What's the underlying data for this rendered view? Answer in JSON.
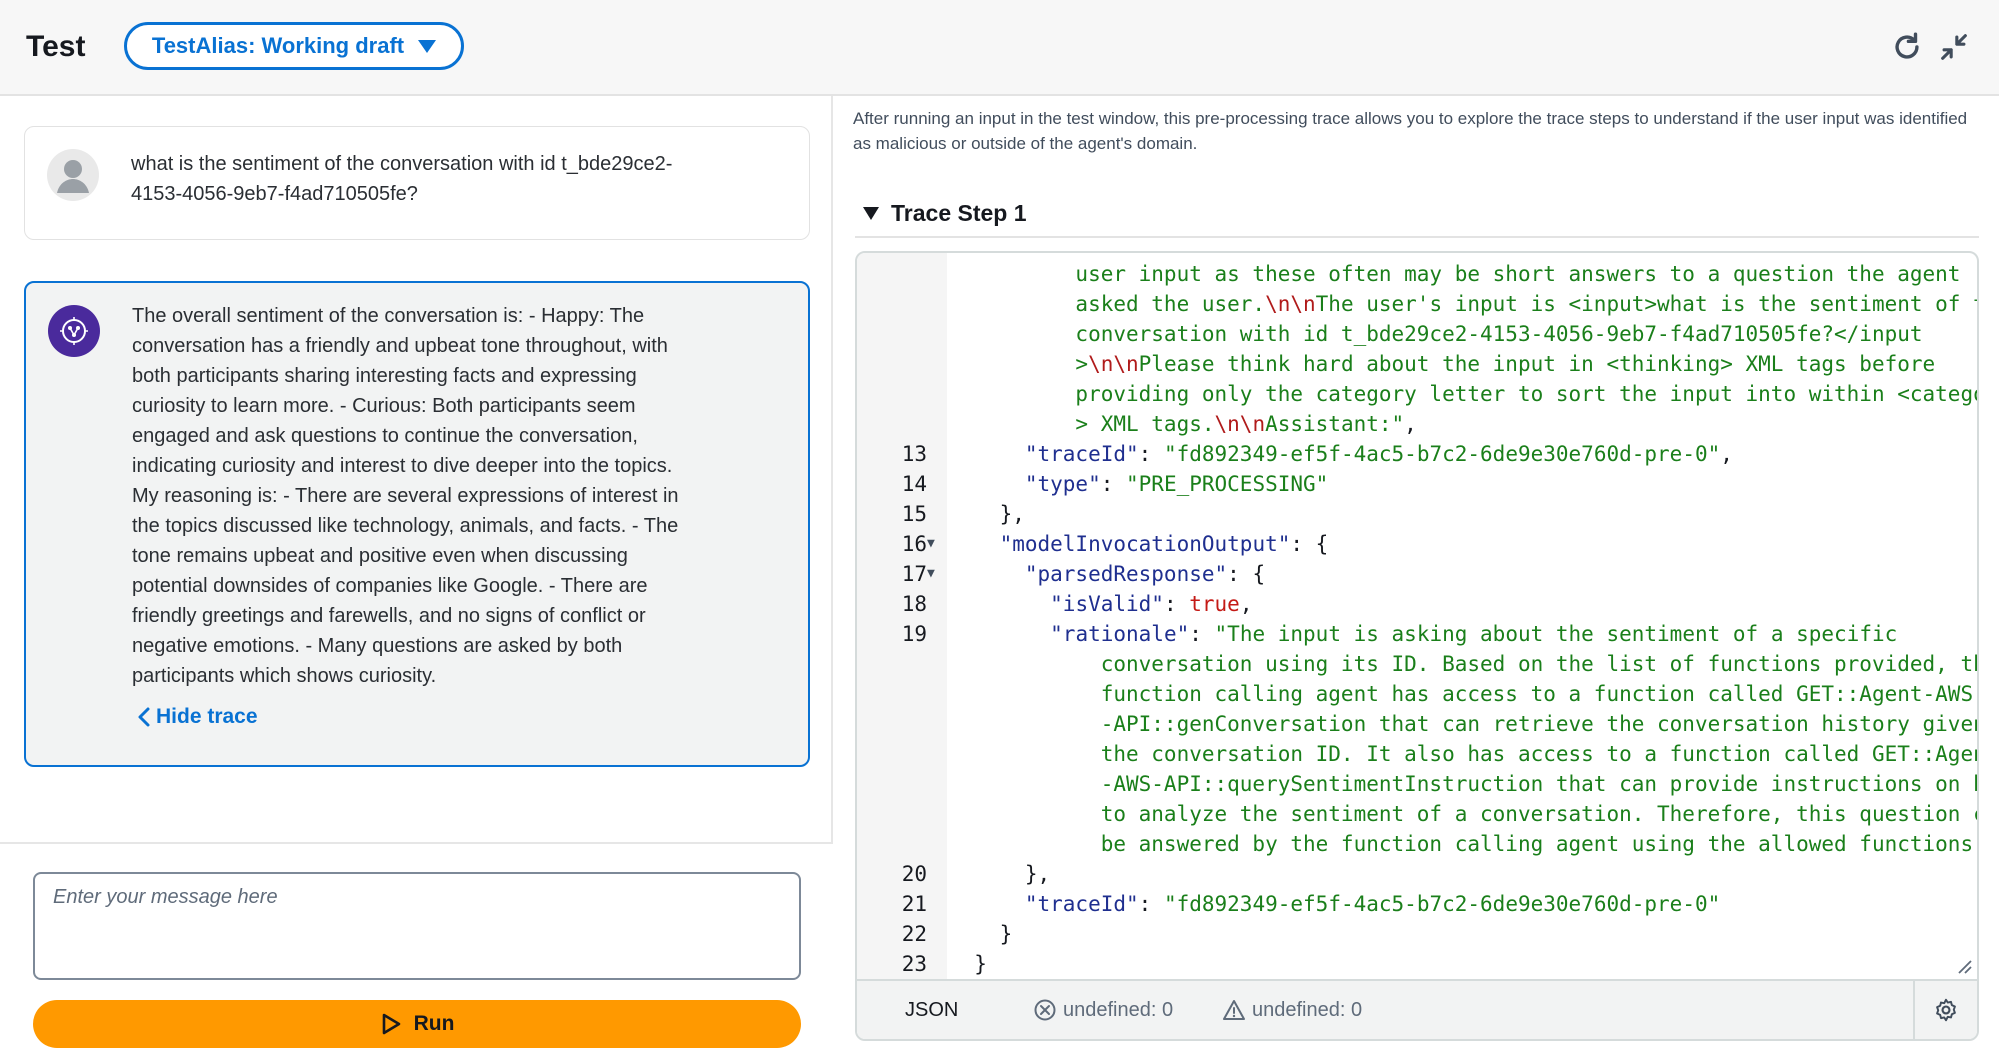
{
  "header": {
    "title": "Test",
    "alias_label": "TestAlias: Working draft",
    "icons": [
      "refresh-icon",
      "collapse-icon"
    ]
  },
  "chat": {
    "user_message": [
      "what is the sentiment of the conversation with id t_bde29ce2-",
      "4153-4056-9eb7-f4ad710505fe?"
    ],
    "agent_message": [
      "The overall sentiment of the conversation is: - Happy: The",
      "conversation has a friendly and upbeat tone throughout, with",
      "both participants sharing interesting facts and expressing",
      "curiosity to learn more. - Curious: Both participants seem",
      "engaged and ask questions to continue the conversation,",
      "indicating curiosity and interest to dive deeper into the topics.",
      "My reasoning is: - There are several expressions of interest in",
      "the topics discussed like technology, animals, and facts. - The",
      "tone remains upbeat and positive even when discussing",
      "potential downsides of companies like Google. - There are",
      "friendly greetings and farewells, and no signs of conflict or",
      "negative emotions. - Many questions are asked by both",
      "participants which shows curiosity."
    ],
    "hide_trace_label": "Hide trace",
    "input_placeholder": "Enter your message here",
    "run_label": "Run"
  },
  "trace": {
    "description": "After running an input in the test window, this pre-processing trace allows you to explore the trace steps to understand if the user input was identified as malicious or outside of the agent's domain.",
    "step_title": "Trace Step 1",
    "status": {
      "mode": "JSON",
      "errors": "undefined: 0",
      "warnings": "undefined: 0"
    },
    "lines": [
      {
        "num": "",
        "fold": "",
        "parts": [
          {
            "t": "s",
            "v": "          user input as these often may be short answers to a question the agent"
          }
        ]
      },
      {
        "num": "",
        "fold": "",
        "parts": [
          {
            "t": "s",
            "v": "          asked the user."
          },
          {
            "t": "e",
            "v": "\\n\\n"
          },
          {
            "t": "s",
            "v": "The user's input is <input>what is the sentiment of the"
          }
        ]
      },
      {
        "num": "",
        "fold": "",
        "parts": [
          {
            "t": "s",
            "v": "          conversation with id t_bde29ce2-4153-4056-9eb7-f4ad710505fe?</input"
          }
        ]
      },
      {
        "num": "",
        "fold": "",
        "parts": [
          {
            "t": "s",
            "v": "          >"
          },
          {
            "t": "e",
            "v": "\\n\\n"
          },
          {
            "t": "s",
            "v": "Please think hard about the input in <thinking> XML tags before"
          }
        ]
      },
      {
        "num": "",
        "fold": "",
        "parts": [
          {
            "t": "s",
            "v": "          providing only the category letter to sort the input into within <category"
          }
        ]
      },
      {
        "num": "",
        "fold": "",
        "parts": [
          {
            "t": "s",
            "v": "          > XML tags."
          },
          {
            "t": "e",
            "v": "\\n\\n"
          },
          {
            "t": "s",
            "v": "Assistant:\""
          },
          {
            "t": "p",
            "v": ","
          }
        ]
      },
      {
        "num": "13",
        "fold": "",
        "parts": [
          {
            "t": "p",
            "v": "      "
          },
          {
            "t": "k",
            "v": "\"traceId\""
          },
          {
            "t": "p",
            "v": ": "
          },
          {
            "t": "s",
            "v": "\"fd892349-ef5f-4ac5-b7c2-6de9e30e760d-pre-0\""
          },
          {
            "t": "p",
            "v": ","
          }
        ]
      },
      {
        "num": "14",
        "fold": "",
        "parts": [
          {
            "t": "p",
            "v": "      "
          },
          {
            "t": "k",
            "v": "\"type\""
          },
          {
            "t": "p",
            "v": ": "
          },
          {
            "t": "s",
            "v": "\"PRE_PROCESSING\""
          }
        ]
      },
      {
        "num": "15",
        "fold": "",
        "parts": [
          {
            "t": "p",
            "v": "    },"
          }
        ]
      },
      {
        "num": "16",
        "fold": "▼",
        "parts": [
          {
            "t": "p",
            "v": "    "
          },
          {
            "t": "k",
            "v": "\"modelInvocationOutput\""
          },
          {
            "t": "p",
            "v": ": {"
          }
        ]
      },
      {
        "num": "17",
        "fold": "▼",
        "parts": [
          {
            "t": "p",
            "v": "      "
          },
          {
            "t": "k",
            "v": "\"parsedResponse\""
          },
          {
            "t": "p",
            "v": ": {"
          }
        ]
      },
      {
        "num": "18",
        "fold": "",
        "parts": [
          {
            "t": "p",
            "v": "        "
          },
          {
            "t": "k",
            "v": "\"isValid\""
          },
          {
            "t": "p",
            "v": ": "
          },
          {
            "t": "b",
            "v": "true"
          },
          {
            "t": "p",
            "v": ","
          }
        ]
      },
      {
        "num": "19",
        "fold": "",
        "parts": [
          {
            "t": "p",
            "v": "        "
          },
          {
            "t": "k",
            "v": "\"rationale\""
          },
          {
            "t": "p",
            "v": ": "
          },
          {
            "t": "s",
            "v": "\"The input is asking about the sentiment of a specific"
          }
        ]
      },
      {
        "num": "",
        "fold": "",
        "parts": [
          {
            "t": "s",
            "v": "            conversation using its ID. Based on the list of functions provided, the"
          }
        ]
      },
      {
        "num": "",
        "fold": "",
        "parts": [
          {
            "t": "s",
            "v": "            function calling agent has access to a function called GET::Agent-AWS"
          }
        ]
      },
      {
        "num": "",
        "fold": "",
        "parts": [
          {
            "t": "s",
            "v": "            -API::genConversation that can retrieve the conversation history given"
          }
        ]
      },
      {
        "num": "",
        "fold": "",
        "parts": [
          {
            "t": "s",
            "v": "            the conversation ID. It also has access to a function called GET::Agent"
          }
        ]
      },
      {
        "num": "",
        "fold": "",
        "parts": [
          {
            "t": "s",
            "v": "            -AWS-API::querySentimentInstruction that can provide instructions on how"
          }
        ]
      },
      {
        "num": "",
        "fold": "",
        "parts": [
          {
            "t": "s",
            "v": "            to analyze the sentiment of a conversation. Therefore, this question can"
          }
        ]
      },
      {
        "num": "",
        "fold": "",
        "parts": [
          {
            "t": "s",
            "v": "            be answered by the function calling agent using the allowed functions.\""
          }
        ]
      },
      {
        "num": "20",
        "fold": "",
        "parts": [
          {
            "t": "p",
            "v": "      },"
          }
        ]
      },
      {
        "num": "21",
        "fold": "",
        "parts": [
          {
            "t": "p",
            "v": "      "
          },
          {
            "t": "k",
            "v": "\"traceId\""
          },
          {
            "t": "p",
            "v": ": "
          },
          {
            "t": "s",
            "v": "\"fd892349-ef5f-4ac5-b7c2-6de9e30e760d-pre-0\""
          }
        ]
      },
      {
        "num": "22",
        "fold": "",
        "parts": [
          {
            "t": "p",
            "v": "    }"
          }
        ]
      },
      {
        "num": "23",
        "fold": "",
        "parts": [
          {
            "t": "p",
            "v": "  }"
          }
        ]
      }
    ]
  }
}
